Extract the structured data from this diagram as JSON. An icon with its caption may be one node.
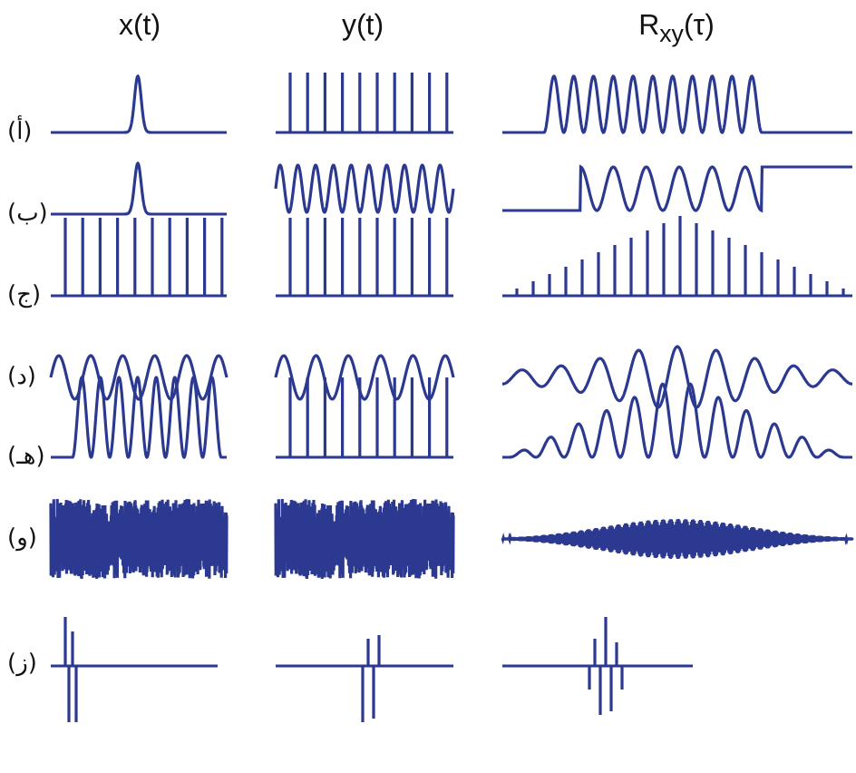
{
  "diagram": {
    "labels": [
      "x(t)",
      "y(t)",
      "R$_{xy}$(τ)",
      "(أ)",
      "(ب)",
      "(ج)",
      "(د)",
      "(هـ)",
      "(و)",
      "(ز)"
    ]
  }
}
